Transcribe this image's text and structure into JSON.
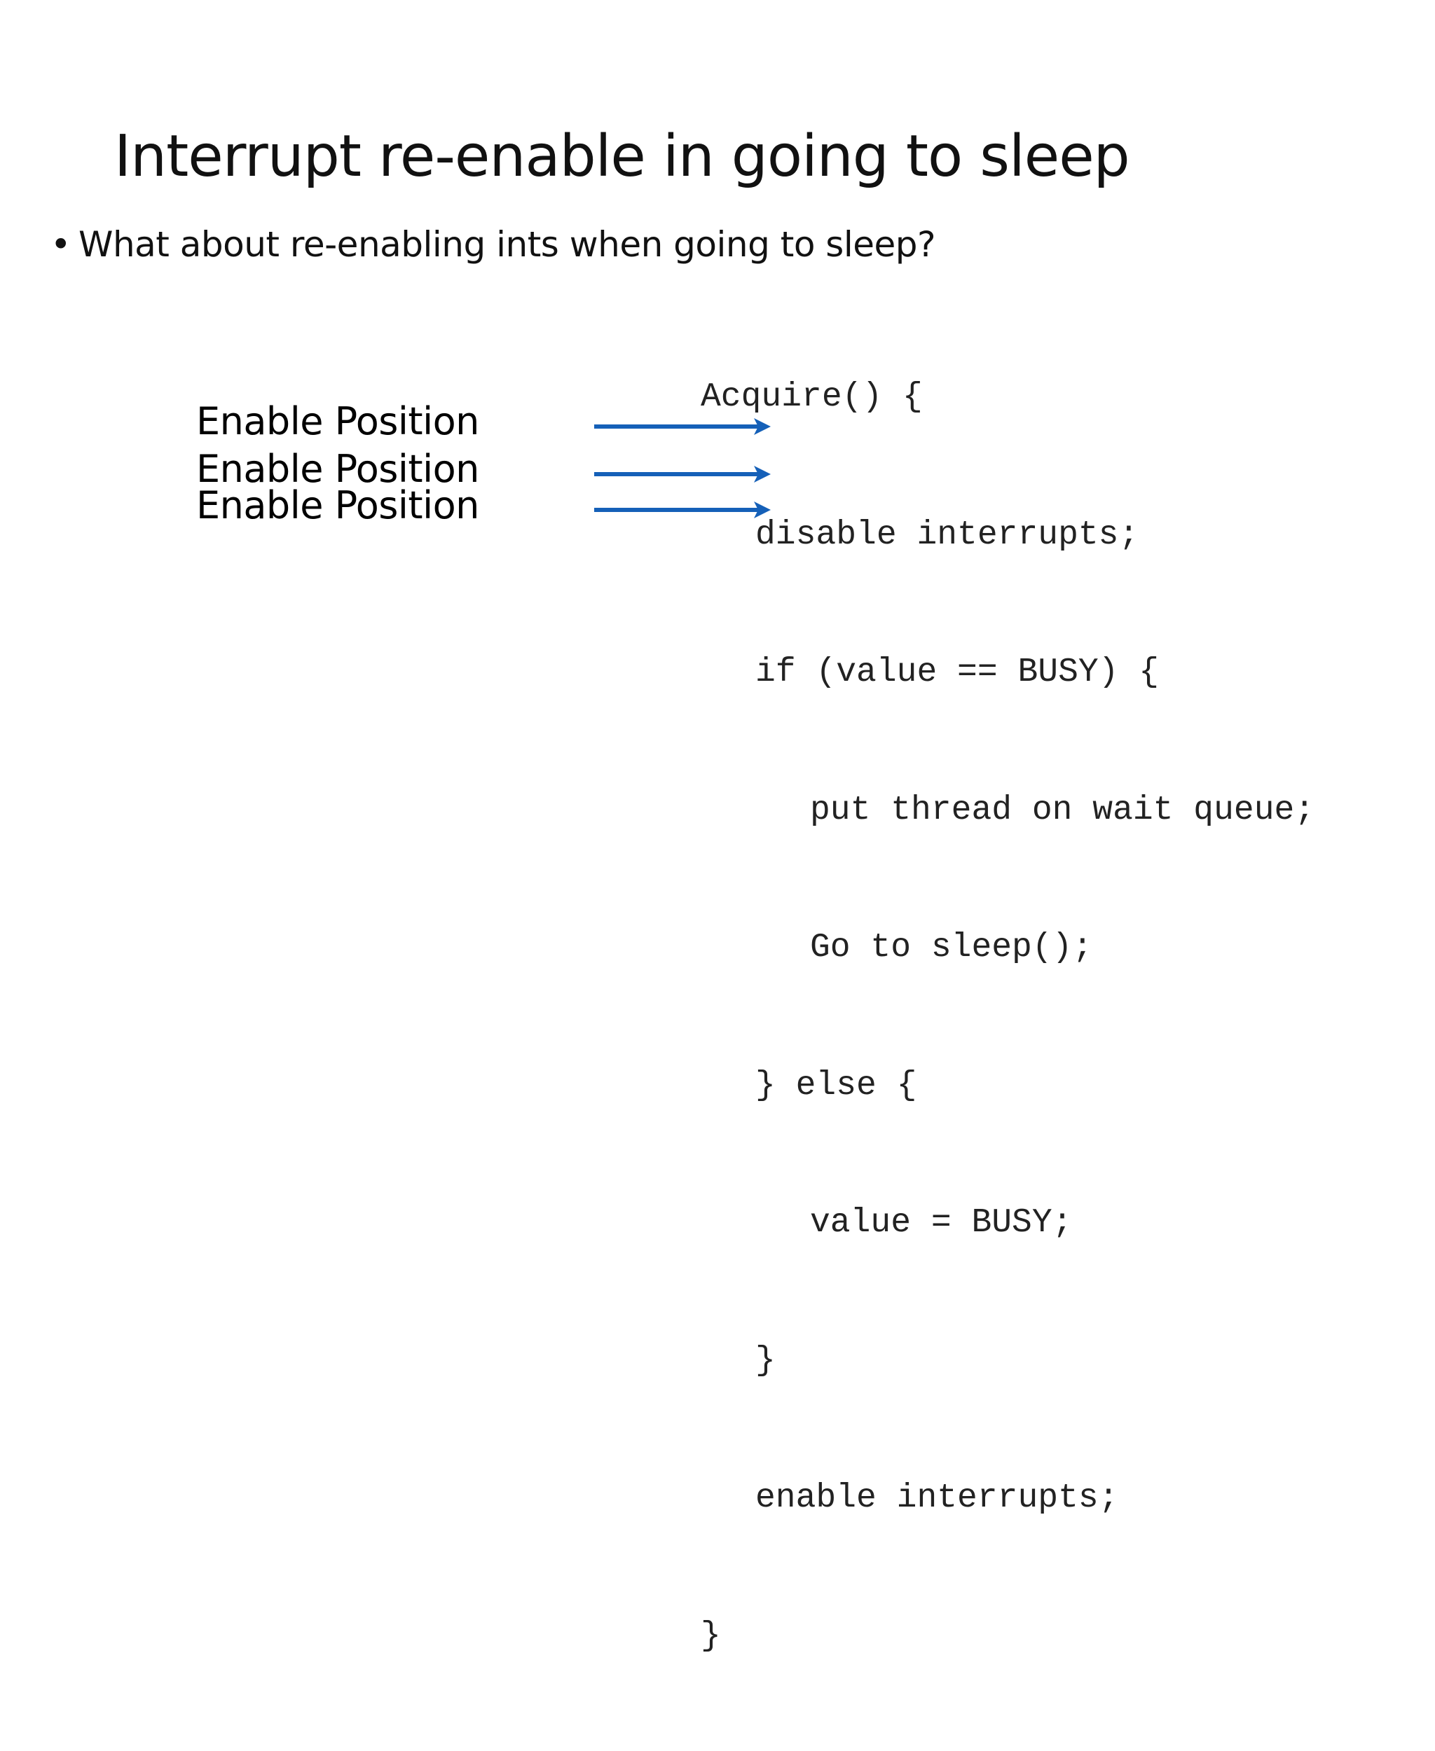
{
  "slide": {
    "title": "Interrupt re-enable in going to sleep",
    "bullet": {
      "symbol": "•",
      "text": "What about re-enabling ints when going to sleep?"
    },
    "labels": [
      "Enable Position",
      "Enable Position",
      "Enable Position"
    ],
    "code": [
      {
        "indent": 0,
        "text": "Acquire() {"
      },
      {
        "indent": 1,
        "text": "disable interrupts;"
      },
      {
        "indent": 1,
        "text": "if (value == BUSY) {"
      },
      {
        "indent": 2,
        "text": "put thread on wait queue;"
      },
      {
        "indent": 2,
        "text": "Go to sleep();"
      },
      {
        "indent": 1,
        "text": "} else {"
      },
      {
        "indent": 2,
        "text": "value = BUSY;"
      },
      {
        "indent": 1,
        "text": "}"
      },
      {
        "indent": 1,
        "text": "enable interrupts;"
      },
      {
        "indent": 0,
        "text": "}"
      }
    ],
    "arrow_color": "#1560b8"
  }
}
